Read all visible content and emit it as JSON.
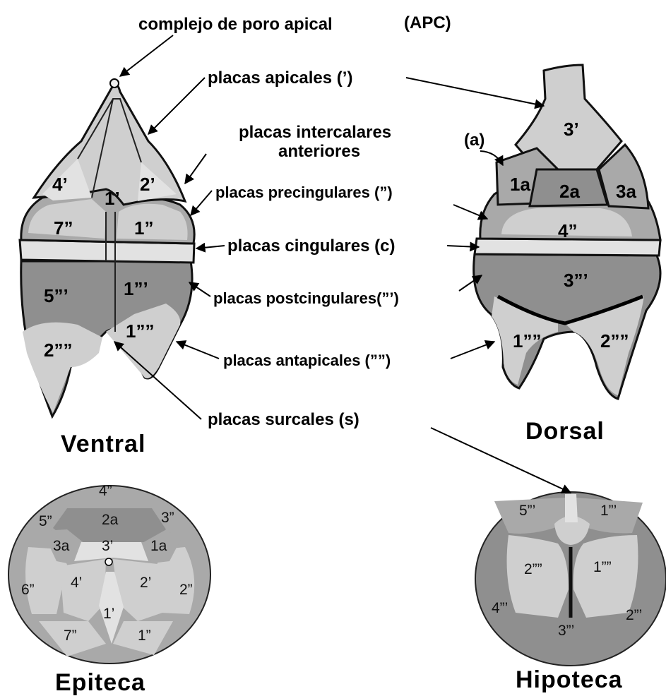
{
  "labels": {
    "apc": "complejo de poro apical",
    "apc_abbr": "(APC)",
    "apicales": "placas apicales (’)",
    "intercalares_1": "placas intercalares",
    "intercalares_2": "anteriores",
    "intercalares_abbr": "(a)",
    "precingulares": "placas precingulares (”)",
    "cingulares": "placas cingulares (c)",
    "postcingulares": "placas postcingulares(”’)",
    "antapicales": "placas antapicales (””)",
    "surcales": "placas surcales (s)"
  },
  "views": {
    "ventral": "Ventral",
    "dorsal": "Dorsal",
    "epiteca": "Epiteca",
    "hipoteca": "Hipoteca"
  },
  "ventral_plates": {
    "p4a": "4’",
    "p1a": "1’",
    "p2a": "2’",
    "p7pc": "7”",
    "p1pc": "1”",
    "p5po": "5”’",
    "p1po": "1”’",
    "p2an": "2””",
    "p1an": "1””"
  },
  "dorsal_plates": {
    "p3a": "3’",
    "p1i": "1a",
    "p2i": "2a",
    "p3i": "3a",
    "p4pc": "4”",
    "p3po": "3”’",
    "p1an": "1””",
    "p2an": "2””"
  },
  "epiteca_plates": {
    "p4pc": "4”",
    "p2i": "2a",
    "p5pc": "5”",
    "p3pc": "3”",
    "p3i": "3a",
    "p3a": "3’",
    "p1i": "1a",
    "p6pc": "6”",
    "p4a": "4’",
    "p2a": "2’",
    "p2pc": "2”",
    "p1a": "1’",
    "p7pc": "7”",
    "p1pc": "1”"
  },
  "hipoteca_plates": {
    "p5po": "5”’",
    "p1po": "1”’",
    "p2an": "2””",
    "p1an": "1””",
    "p4po": "4”’",
    "p2po": "2”’",
    "p3po": "3”’"
  }
}
